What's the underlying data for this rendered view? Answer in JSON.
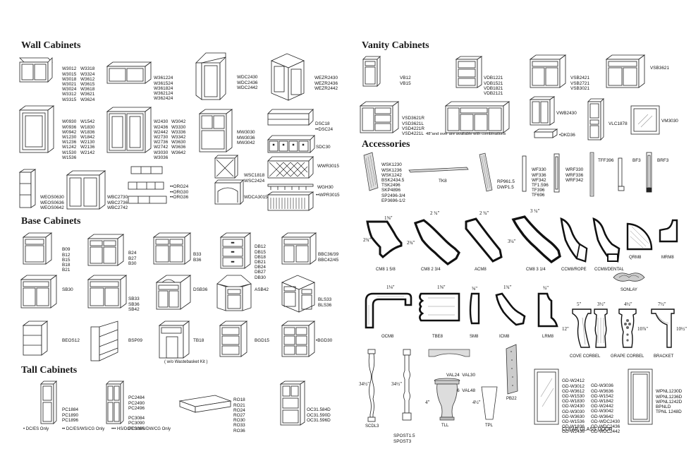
{
  "sections": {
    "wall": "Wall Cabinets",
    "base": "Base Cabinets",
    "tall": "Tall Cabinets",
    "vanity": "Vanity Cabinets",
    "accessories": "Accessories"
  },
  "wall": {
    "g1": [
      "W3012",
      "W3318",
      "W3015",
      "W3324",
      "W3018",
      "W3612",
      "W3021",
      "W3615",
      "W3024",
      "W3618",
      "W3312",
      "W3621",
      "W3315",
      "W3624"
    ],
    "g2": [
      "W361224",
      "W361524",
      "W361824",
      "W362124",
      "W362424"
    ],
    "g3": [
      "WDC2430",
      "WDC2436",
      "WDC2442"
    ],
    "g4": [
      "WEZR2430",
      "WEZR2436",
      "WEZR2442"
    ],
    "g5": [
      "W0930",
      "W1542",
      "W0936",
      "W1830",
      "W0942",
      "W1836",
      "W1230",
      "W1842",
      "W1236",
      "W2130",
      "W1242",
      "W2136",
      "W1530",
      "W2142",
      "W1536"
    ],
    "g6": [
      "W2430",
      "W3042",
      "W2436",
      "W3330",
      "W2442",
      "W3336",
      "W2730",
      "W3342",
      "W2736",
      "W3630",
      "W2742",
      "W3636",
      "W3030",
      "W3642",
      "W3036"
    ],
    "g7": [
      "MW3030",
      "MW3036",
      "MW3042"
    ],
    "dsc": [
      "DSC18",
      "DSC24"
    ],
    "sdc": "SDC30",
    "weos": [
      "WEOS0630",
      "WEOS0636",
      "WEOS0642"
    ],
    "wbc": [
      "WBC2730",
      "WBC2736",
      "WBC2742"
    ],
    "org": [
      "ORG24",
      "ORG30",
      "ORG36"
    ],
    "wsc": [
      "WSC1818",
      "WSC2424"
    ],
    "wwr": "WWR3015",
    "wgh": "WGH30",
    "wdca": "WDCA3015",
    "wpr": "WPR3015"
  },
  "base": {
    "b": [
      "B09",
      "B12",
      "B15",
      "B18",
      "B21"
    ],
    "b2": [
      "B24",
      "B27",
      "B30"
    ],
    "b3": [
      "B33",
      "B36"
    ],
    "db": [
      "DB12",
      "DB15",
      "DB18",
      "DB21",
      "DB24",
      "DB27",
      "DB30"
    ],
    "bbc": [
      "BBC36/39",
      "BBC42/45"
    ],
    "sb": "SB30",
    "sb2": [
      "SB33",
      "SB36",
      "SB42"
    ],
    "dsb": "DSB36",
    "asb": "ASB42",
    "bls": [
      "BLS33",
      "BLS36"
    ],
    "beos": "BEOS12",
    "bsp": "BSP09",
    "tb": "TB18",
    "tb_note": "( w/o Wastebasket Kit )",
    "bgd": "BGD15",
    "bgd30": "BGD30"
  },
  "tall": {
    "pc1": [
      "PC1884",
      "PC1890",
      "PC1896"
    ],
    "pc2": [
      "PC2484",
      "PC2490",
      "PC2496",
      "",
      "PC3084",
      "PC3090",
      "PC3096"
    ],
    "ro": [
      "RO18",
      "RO21",
      "RO24",
      "RO27",
      "RO30",
      "RO33",
      "RO36"
    ],
    "oc": [
      "OC31.584D",
      "OC31.590D",
      "OC31.596D"
    ]
  },
  "legend": {
    "a": "DC/ES Only",
    "b": "DC/ES/WS/CG Only",
    "c": "HS/DC/ES/WS/DW/CG Only"
  },
  "vanity": {
    "vb": [
      "VB12",
      "VB15"
    ],
    "vdb": [
      "VDB1221",
      "VDB1521",
      "VDB1821",
      "VDB2121"
    ],
    "vsb": [
      "VSB2421",
      "VSB2721",
      "VSB3021"
    ],
    "vsb36": "VSB3621",
    "vsd": [
      "VSD3621R",
      "VSD3621L",
      "VSD4221R",
      "VSD4221L"
    ],
    "note": "48\"and over are available with combinations",
    "vwb": "VWB2430",
    "dkd": "DKD36",
    "vlc": "VLC1878",
    "vm": "VM3030"
  },
  "accessories": {
    "wsk": [
      "WSK1230",
      "WSK1236",
      "WSK1242",
      "BSK2434.5",
      "TSK2496",
      "SKP4896",
      "SP2496-3/4",
      "EP3696-1/2"
    ],
    "tk": "TK8",
    "rp": [
      "RP961.5",
      "DWP1.5"
    ],
    "wf": [
      "WF330",
      "WF336",
      "WF342",
      "TF1.596",
      "TF396",
      "TF696"
    ],
    "wrf": [
      "WRF330",
      "WRF336",
      "WRF342"
    ],
    "tff": "TFF396",
    "bf": "BF3",
    "brf": "BRF3"
  },
  "moldings": {
    "cm158": "CM8 1 5/8",
    "cm234": "CM8 2 3/4",
    "acm": "ACM8",
    "cm314": "CM8 3 1/4",
    "ccmr": "CCM8/ROPE",
    "ccmd": "CCM8/DENTAL",
    "qrm": "QRM8",
    "mrm": "MRM8",
    "sonlay": "SONLAY",
    "ocm": "OCM8",
    "tbe": "TBE8",
    "sm": "SM8",
    "icm": "ICM8",
    "lrm": "LRM8",
    "cove": "COVE CORBEL",
    "grape": "GRAPE CORBEL",
    "bracket": "BRACKET",
    "scdl": "SCDL3",
    "spost": [
      "SPOST1.5",
      "SPOST3"
    ],
    "tll": "TLL",
    "val": [
      "VAL24",
      "VAL30",
      "VAL36",
      "VAL48"
    ],
    "tpl": "TPL",
    "pb": "PB22"
  },
  "dims": {
    "d1": "1⅝\"",
    "d2": "2 ¾\"",
    "d3": "2 ¾\"",
    "d4": "3 ¼\"",
    "d5": "2¾\"",
    "d6": "2¾\"",
    "d7": "3¼\"",
    "d8": "1⅛\"",
    "d9": "1⅝\"",
    "d10": "⅝\"",
    "d11": "1¾\"",
    "d12": "¾\"",
    "c1": "5\"",
    "c2": "3½\"",
    "c3": "4½\"",
    "c4": "7½\"",
    "c5": "12\"",
    "c6": "10⅞\"",
    "c7": "10½\"",
    "p1": "34½\"",
    "p2": "34½\"",
    "p3": "4\"",
    "p4": "4½\""
  },
  "glass": {
    "gd1": [
      "GD-W2412",
      "GD-W3012",
      "GD-W3036",
      "GD-W3612",
      "GD-W3636",
      "GD-W1530",
      "GD-W1542",
      "GD-W1830",
      "GD-W1842",
      "GD-W2430",
      "GD-W2442",
      "GD-W3030",
      "GD-W3042",
      "GD-W3630",
      "GD-W3642",
      "GD-W1536",
      "GD-WDC2430",
      "GD-W1836",
      "GD-WDC2436",
      "GD-W2436",
      "GD-WDC2442"
    ],
    "title": "CLEAR GLASS DOOR",
    "wpnl": [
      "WPNL1230D",
      "WPNL1236D",
      "WPNL1242D",
      "BPNLD",
      "TPNL 1248D"
    ]
  }
}
